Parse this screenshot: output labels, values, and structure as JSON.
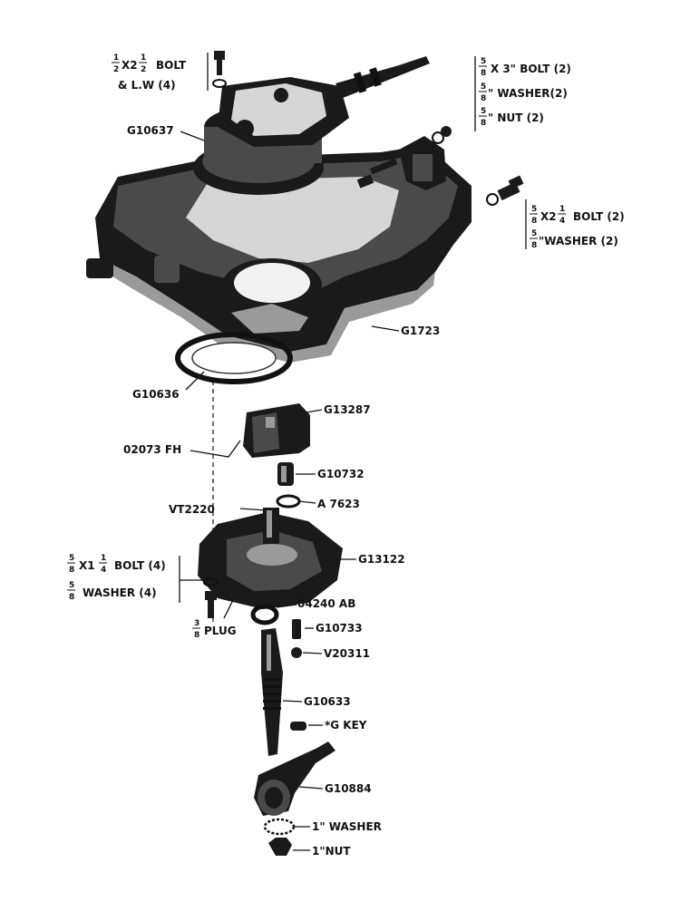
{
  "labels": {
    "bolt_half_x_2half": {
      "a_num": "1",
      "a_den": "2",
      "mid": "X2",
      "b_num": "1",
      "b_den": "2",
      "tail": "BOLT"
    },
    "lock_washer_4": "& L.W (4)",
    "g10637": "G10637",
    "bolt_5_8_x3": {
      "num": "5",
      "den": "8",
      "tail": "X 3\" BOLT (2)"
    },
    "washer_5_8_2a": {
      "num": "5",
      "den": "8",
      "tail": "\" WASHER(2)"
    },
    "nut_5_8_2": {
      "num": "5",
      "den": "8",
      "tail": "\" NUT (2)"
    },
    "bolt_5_8_x2quarter": {
      "a_num": "5",
      "a_den": "8",
      "mid": "X2",
      "b_num": "1",
      "b_den": "4",
      "tail": "BOLT (2)"
    },
    "washer_5_8_2b": {
      "num": "5",
      "den": "8",
      "tail": "\"WASHER (2)"
    },
    "g1723": "G1723",
    "g10636": "G10636",
    "g13287": "G13287",
    "o2073fh": "02073 FH",
    "g10732": "G10732",
    "a7623": "A 7623",
    "vt2220": "VT2220",
    "g13122": "G13122",
    "bolt_5_8_x1quarter": {
      "a_num": "5",
      "a_den": "8",
      "mid": "X1",
      "b_num": "1",
      "b_den": "4",
      "tail": "BOLT (4)"
    },
    "washer_5_8_4": {
      "num": "5",
      "den": "8",
      "tail": "WASHER (4)"
    },
    "o4240ab": "04240 AB",
    "g10733": "G10733",
    "plug_3_8": {
      "num": "3",
      "den": "8",
      "tail": "PLUG"
    },
    "v20311": "V20311",
    "g10633": "G10633",
    "g_key": "*G KEY",
    "g10884": "G10884",
    "washer_1": "1\" WASHER",
    "nut_1": "1\"NUT"
  },
  "palette": {
    "ink": "#111111",
    "paper": "#ffffff"
  }
}
